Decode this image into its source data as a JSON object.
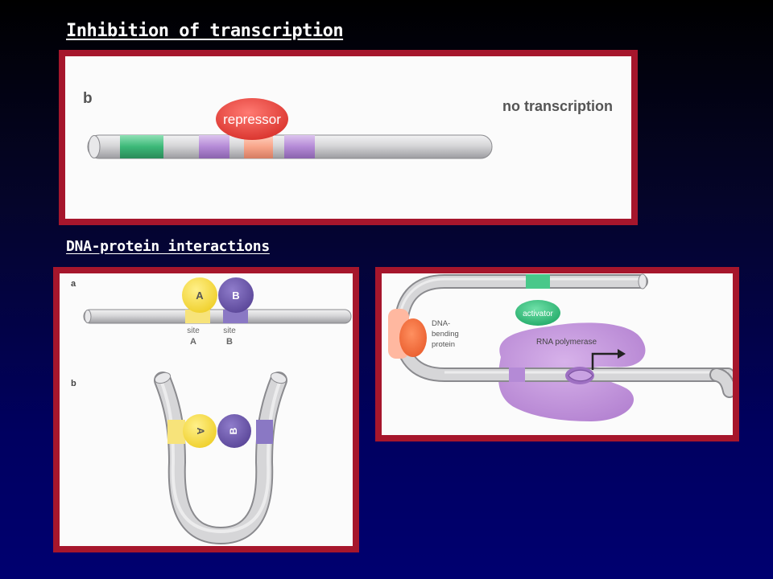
{
  "headings": {
    "inhibition": "Inhibition of transcription",
    "interactions": "DNA-protein interactions"
  },
  "panel_repression": {
    "panel_letter": "b",
    "repressor_label": "repressor",
    "status_text": "no transcription"
  },
  "panel_sites": {
    "letter_a": "a",
    "letter_b": "b",
    "protein_a": "A",
    "protein_b": "B",
    "site_a_word": "site",
    "site_a_letter": "A",
    "site_b_word": "site",
    "site_b_letter": "B"
  },
  "panel_activation": {
    "activator_label": "activator",
    "bending_line1": "DNA-",
    "bending_line2": "bending",
    "bending_line3": "protein",
    "polymerase_label": "RNA polymerase"
  },
  "colors": {
    "background_top": "#000000",
    "background_bottom": "#000070",
    "panel_border": "#a6162c",
    "dna": "#d0d0d2",
    "green_site": "#3cb878",
    "purple_site": "#b48ad6",
    "repressor": "#e8413a",
    "protein_a": "#f7dc4a",
    "protein_b": "#6a55a8",
    "polymerase": "#bf8ed8"
  }
}
